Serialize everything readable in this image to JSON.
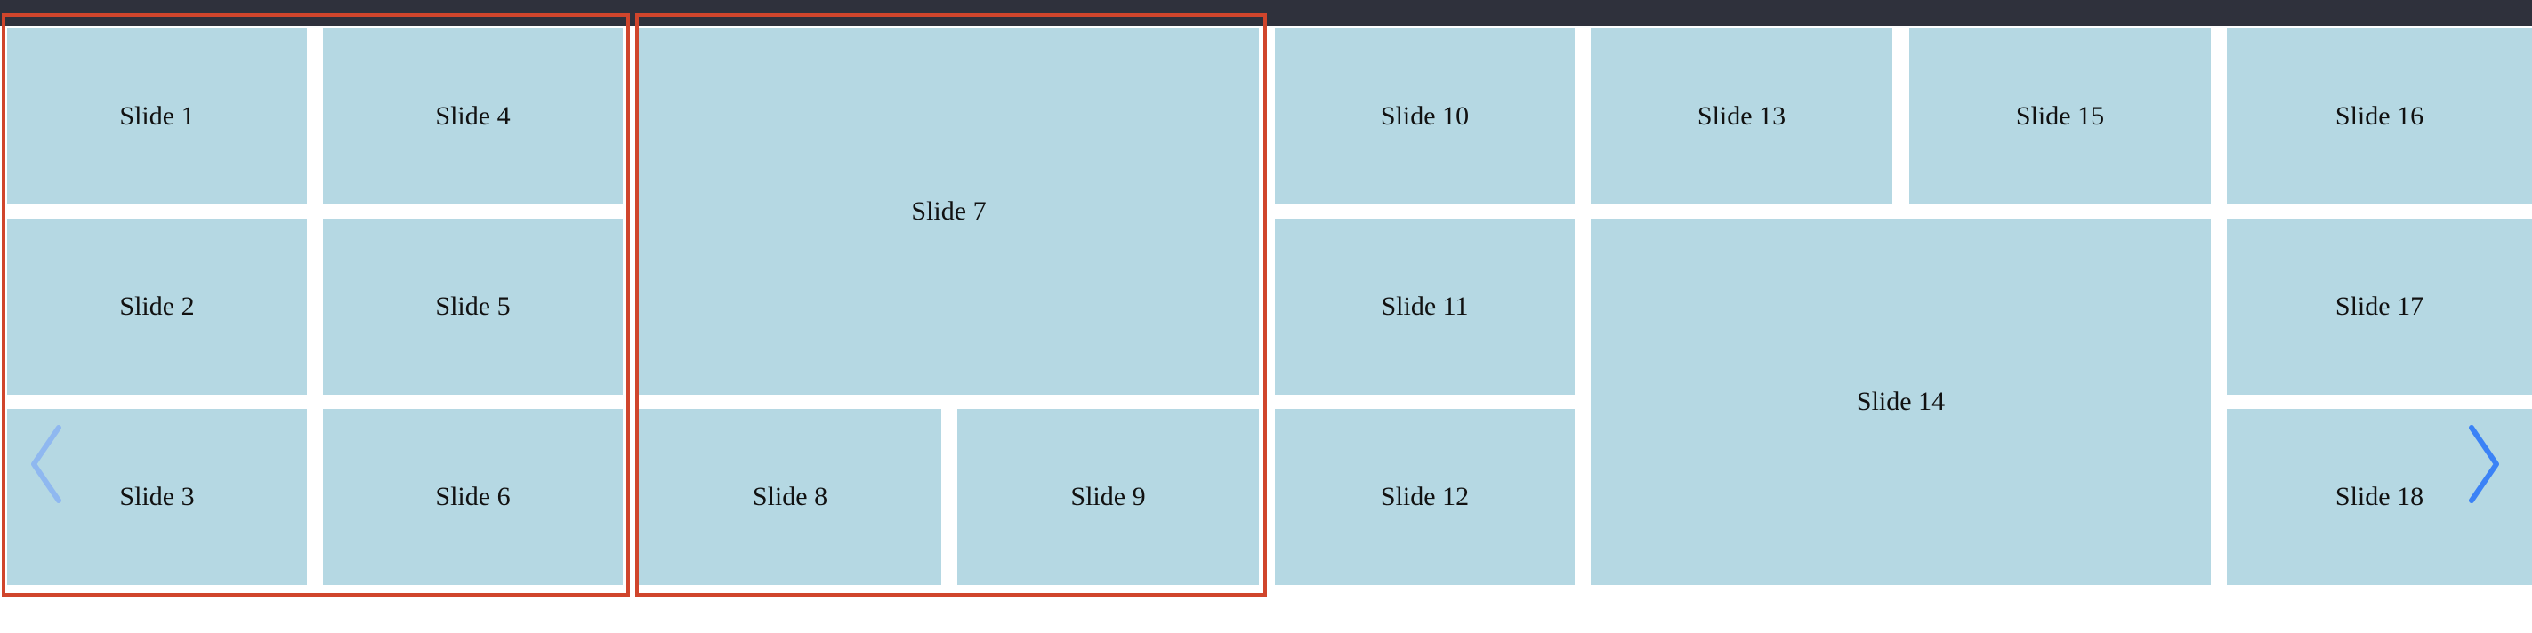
{
  "slides": [
    {
      "label": "Slide 1"
    },
    {
      "label": "Slide 2"
    },
    {
      "label": "Slide 3"
    },
    {
      "label": "Slide 4"
    },
    {
      "label": "Slide 5"
    },
    {
      "label": "Slide 6"
    },
    {
      "label": "Slide 7"
    },
    {
      "label": "Slide 8"
    },
    {
      "label": "Slide 9"
    },
    {
      "label": "Slide 10"
    },
    {
      "label": "Slide 11"
    },
    {
      "label": "Slide 12"
    },
    {
      "label": "Slide 13"
    },
    {
      "label": "Slide 14"
    },
    {
      "label": "Slide 15"
    },
    {
      "label": "Slide 16"
    },
    {
      "label": "Slide 17"
    },
    {
      "label": "Slide 18"
    }
  ],
  "nav": {
    "prev_icon": "chevron-left-icon",
    "next_icon": "chevron-right-icon"
  },
  "colors": {
    "slide_bg": "#b5d8e3",
    "topbar_bg": "#2f313c",
    "group_border": "#d0452c",
    "prev_arrow": "#8fb8f0",
    "next_arrow": "#3b82f6"
  }
}
